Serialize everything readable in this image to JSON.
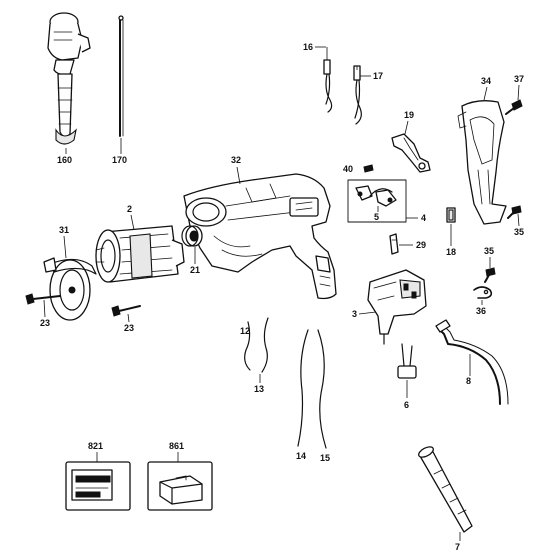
{
  "labels": {
    "p160": "160",
    "p170": "170",
    "p16": "16",
    "p17": "17",
    "p34": "34",
    "p37": "37",
    "p19": "19",
    "p32": "32",
    "p40": "40",
    "p2": "2",
    "p31": "31",
    "p21": "21",
    "p5": "5",
    "p4": "4",
    "p18": "18",
    "p35a": "35",
    "p35b": "35",
    "p29": "29",
    "p36": "36",
    "p3": "3",
    "p23a": "23",
    "p23b": "23",
    "p12": "12",
    "p13": "13",
    "p8": "8",
    "p6": "6",
    "p14": "14",
    "p15": "15",
    "p821": "821",
    "p861": "861",
    "p7": "7"
  }
}
